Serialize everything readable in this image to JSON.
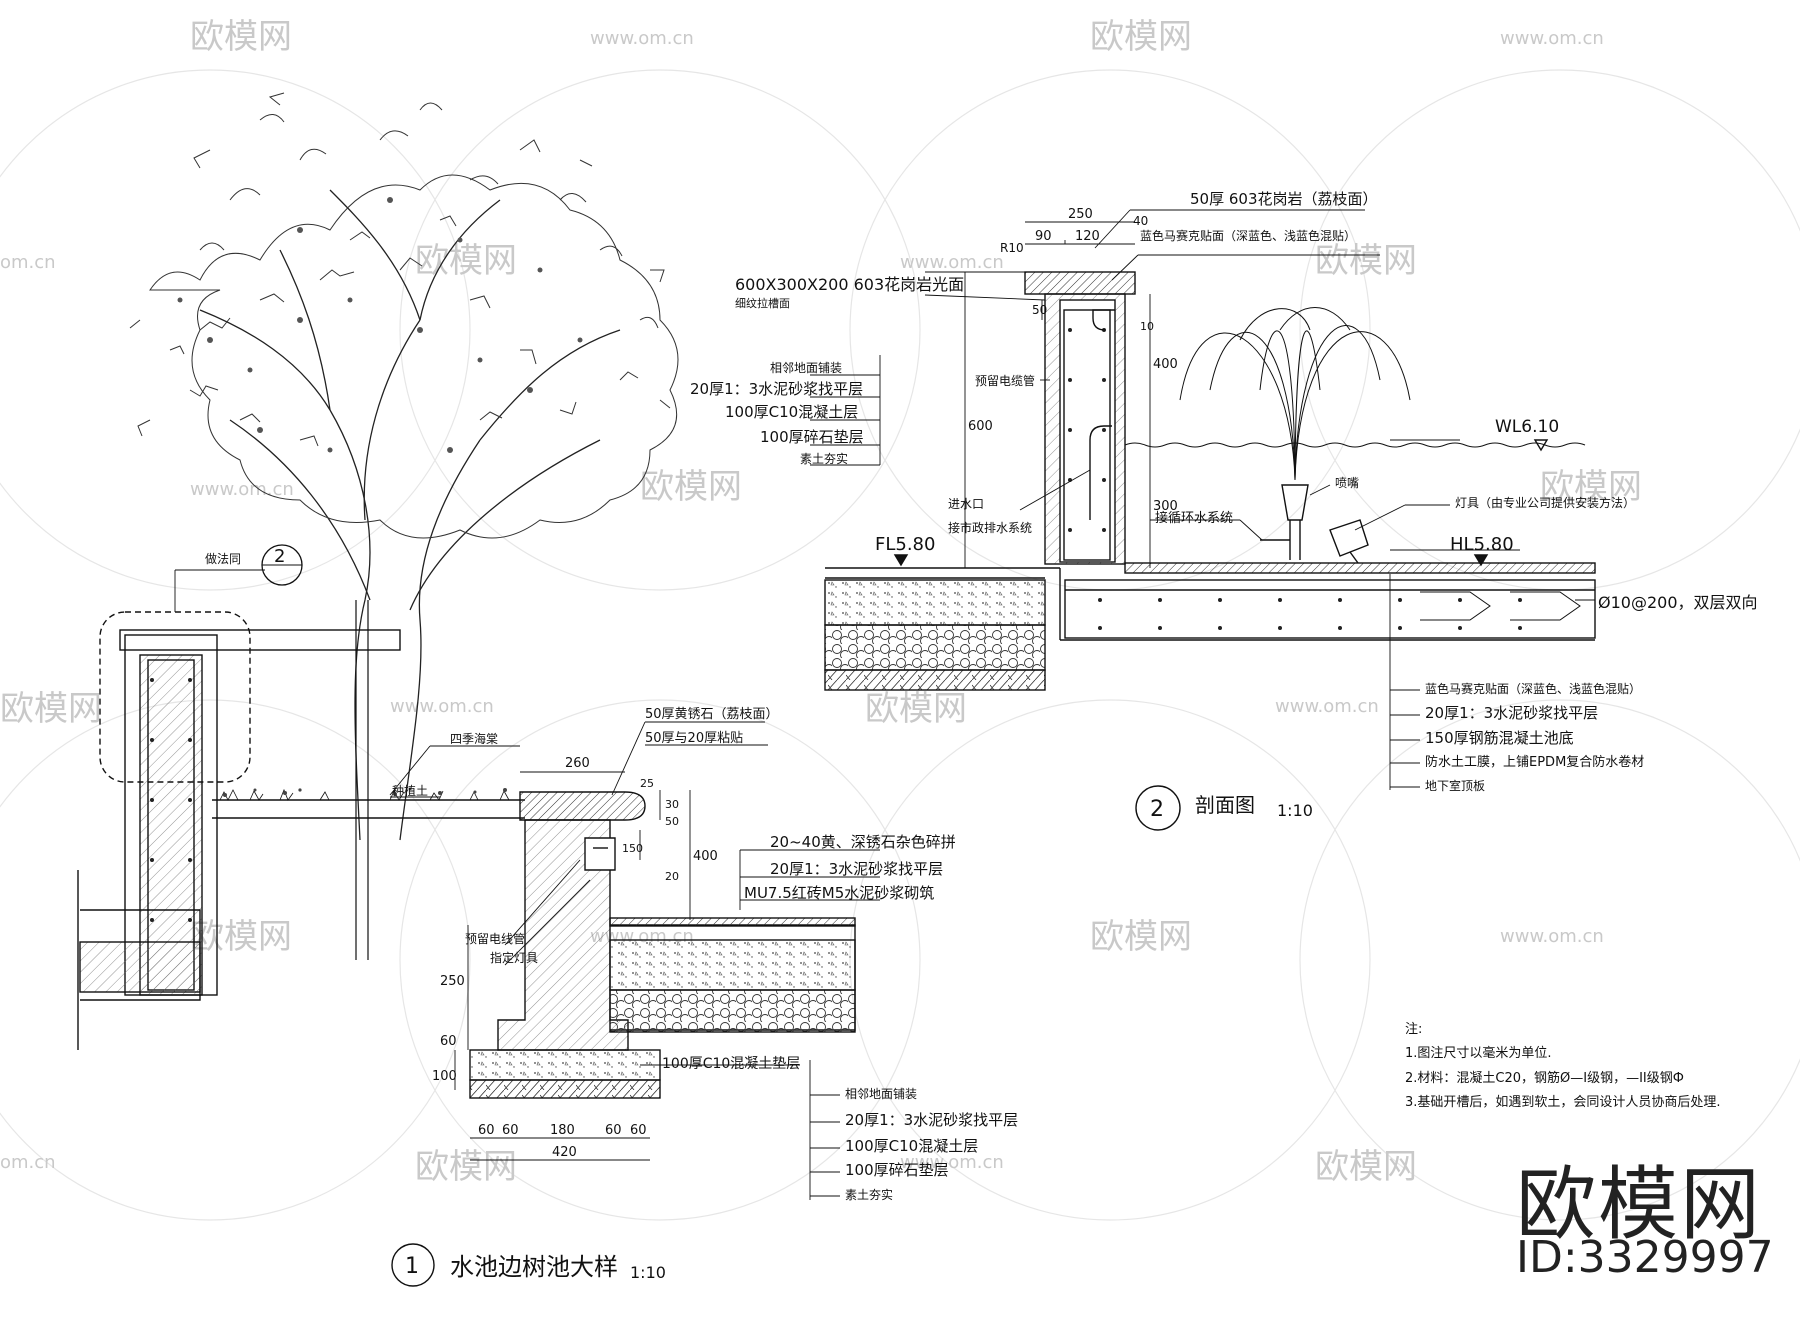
{
  "watermark": {
    "brand": "欧模网",
    "url": "www.om.cn",
    "url_short": "om.cn"
  },
  "detail1": {
    "number": "1",
    "title": "水池边树池大样",
    "scale": "1:10",
    "ref_label": "做法同",
    "ref_number": "2",
    "plant_label": "四季海棠",
    "soil_label": "种植土",
    "cap_top": "50厚黄锈石（荔枝面）",
    "cap_sub": "50厚与20厚粘贴",
    "layers": [
      "20~40黄、深锈石杂色碎拼",
      "20厚1：3水泥砂浆找平层",
      "MU7.5红砖M5水泥砂浆砌筑"
    ],
    "pipe_labels": [
      "预留电线管",
      "指定灯具"
    ],
    "found_label": "100厚C10混凝土垫层",
    "ground_layers": [
      "相邻地面铺装",
      "20厚1：3水泥砂浆找平层",
      "100厚C10混凝土层",
      "100厚碎石垫层",
      "素土夯实"
    ],
    "dims": {
      "d260": "260",
      "d25": "25",
      "d30": "30",
      "d50": "50",
      "d150": "150",
      "d400": "400",
      "d20": "20",
      "d250": "250",
      "d60": "60",
      "d100": "100",
      "d180": "180",
      "d420": "420"
    }
  },
  "detail2": {
    "number": "2",
    "title": "剖面图",
    "scale": "1:10",
    "coping": "50厚 603花岗岩（荔枝面）",
    "mosaic": "蓝色马赛克贴面（深蓝色、浅蓝色混贴）",
    "slab": "600X300X200 603花岗岩光面",
    "slab_sub": "细纹拉槽面",
    "left_layers": [
      "相邻地面铺装",
      "20厚1：3水泥砂浆找平层",
      "100厚C10混凝土层",
      "100厚碎石垫层",
      "素土夯实"
    ],
    "conduit": "预留电缆管",
    "inlet": "进水口",
    "drain": "接市政排水系统",
    "recirc": "接循环水系统",
    "nozzle": "喷嘴",
    "lamp": "灯具（由专业公司提供安装方法）",
    "wl": "WL6.10",
    "fl": "FL5.80",
    "hl": "HL5.80",
    "rebar": "Ø10@200，双层双向",
    "bottom_layers": [
      "蓝色马赛克贴面（深蓝色、浅蓝色混贴）",
      "20厚1：3水泥砂浆找平层",
      "150厚钢筋混凝土池底",
      "防水土工膜，上铺EPDM复合防水卷材",
      "地下室顶板"
    ],
    "dims": {
      "d250": "250",
      "d40": "40",
      "d90": "90",
      "d120": "120",
      "d50": "50",
      "d10": "10",
      "d400": "400",
      "d600": "600",
      "d300": "300",
      "r10": "R10"
    }
  },
  "notes": {
    "heading": "注:",
    "items": [
      "1.图注尺寸以毫米为单位.",
      "2.材料：混凝土C20，钢筋Ø—I级钢，—II级钢Ф",
      "3.基础开槽后，如遇到软土，会同设计人员协商后处理."
    ]
  },
  "brand_block": {
    "logo": "欧模网",
    "id": "ID:3329997"
  }
}
